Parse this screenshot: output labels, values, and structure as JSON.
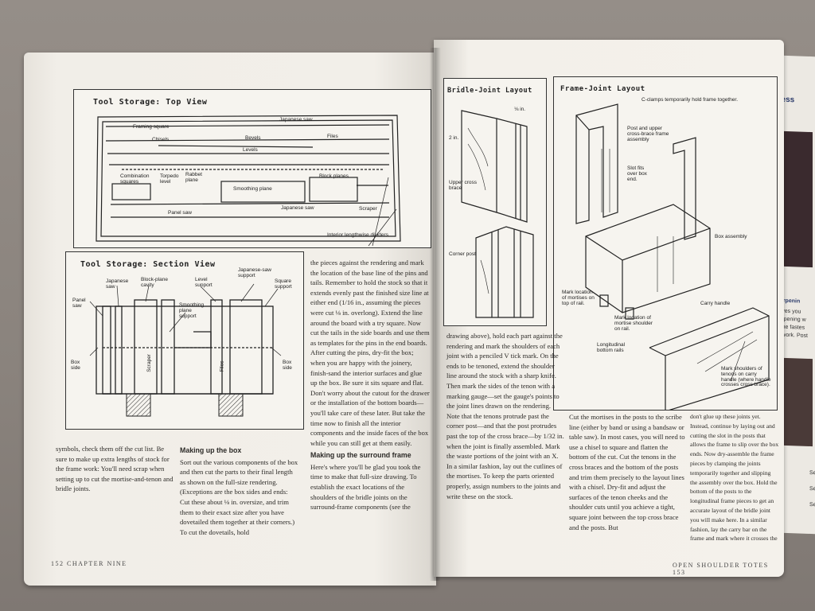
{
  "left_page": {
    "top_view": {
      "title": "Tool Storage: Top View",
      "labels": [
        "Framing square",
        "Japanese saw",
        "Chisels",
        "Bevels",
        "Files",
        "Levels",
        "Combination squares",
        "Torpedo level",
        "Rabbet plane",
        "Smoothing plane",
        "Block planes",
        "Panel saw",
        "Japanese saw",
        "Scraper",
        "Interior lengthwise dividers"
      ]
    },
    "section_view": {
      "title": "Tool Storage: Section View",
      "labels": [
        "Japanese saw",
        "Block-plane cavity",
        "Level support",
        "Japanese-saw support",
        "Square support",
        "Panel saw",
        "Smoothing plane support",
        "Box side",
        "Scraper",
        "Files",
        "Box side"
      ]
    },
    "col1_text": "symbols, check them off the cut list. Be sure to make up extra lengths of stock for the frame work: You'll need scrap when setting up to cut the mortise-and-tenon and bridle joints.",
    "col2_heading": "Making up the box",
    "col2_text": "Sort out the various components of the box and then cut the parts to their final length as shown on the full-size rendering. (Exceptions are the box sides and ends: Cut these about ⅛ in. oversize, and trim them to their exact size after you have dovetailed them together at their corners.) To cut the dovetails, hold",
    "col3_text": "the pieces against the rendering and mark the location of the base line of the pins and tails. Remember to hold the stock so that it extends evenly past the finished size line at either end (1/16 in., assuming the pieces were cut ⅛ in. overlong). Extend the line around the board with a try square. Now cut the tails in the side boards and use them as templates for the pins in the end boards. After cutting the pins, dry-fit the box; when you are happy with the joinery, finish-sand the interior surfaces and glue up the box. Be sure it sits square and flat. Don't worry about the cutout for the drawer or the installation of the bottom boards—you'll take care of these later. But take the time now to finish all the interior components and the inside faces of the box while you can still get at them easily.",
    "col3_heading": "Making up the surround frame",
    "col3_text2": "Here's where you'll be glad you took the time to make that full-size drawing. To establish the exact locations of the shoulders of the bridle joints on the surround-frame components (see the",
    "footer": "152  CHAPTER NINE"
  },
  "right_page": {
    "bridle": {
      "title": "Bridle-Joint Layout",
      "labels": [
        "⅛ in.",
        "2 in.",
        "Upper cross brace",
        "Corner post"
      ]
    },
    "frame": {
      "title": "Frame-Joint Layout",
      "labels": [
        "C-clamps temporarily hold frame together.",
        "Post and upper cross-brace frame assembly",
        "Slot fits over box end.",
        "Box assembly",
        "Mark location of mortises on top of rail.",
        "Mark location of mortise shoulder on rail.",
        "Longitudinal bottom rails",
        "Carry handle",
        "Mark shoulders of tenons on carry handle (where handle crosses cross brace)."
      ]
    },
    "col1_text": "drawing above), hold each part against the rendering and mark the shoulders of each joint with a penciled V tick mark. On the ends to be tenoned, extend the shoulder line around the stock with a sharp knife. Then mark the sides of the tenon with a marking gauge—set the gauge's points to the joint lines drawn on the rendering. Note that the tenons protrude past the corner post—and that the post protrudes past the top of the cross brace—by 1/32 in. when the joint is finally assembled. Mark the waste portions of the joint with an X. In a similar fashion, lay out the cutlines of the mortises. To keep the parts oriented properly, assign numbers to the joints and write these on the stock.",
    "col2_text": "Cut the mortises in the posts to the scribe line (either by band or using a bandsaw or table saw). In most cases, you will need to use a chisel to square and flatten the bottom of the cut. Cut the tenons in the cross braces and the bottom of the posts and trim them precisely to the layout lines with a chisel. Dry-fit and adjust the surfaces of the tenon cheeks and the shoulder cuts until you achieve a tight, square joint between the top cross brace and the posts. But",
    "col3_text": "don't glue up these joints yet. Instead, continue by laying out and cutting the slot in the posts that allows the frame to slip over the box ends. Now dry-assemble the frame pieces by clamping the joints temporarily together and slipping the assembly over the box. Hold the bottom of the posts to the longitudinal frame pieces to get an accurate layout of the bridle joint you will make here. In a similar fashion, lay the carry bar on the frame and mark where it crosses the",
    "footer": "OPEN SHOULDER TOTES  153"
  },
  "far_page": {
    "texts": [
      "Press",
      "y",
      "Sharpenin",
      "g gives you",
      "sharpening w",
      "rts the fastes",
      "my work. Post",
      "Se",
      "Se",
      "Se"
    ]
  }
}
